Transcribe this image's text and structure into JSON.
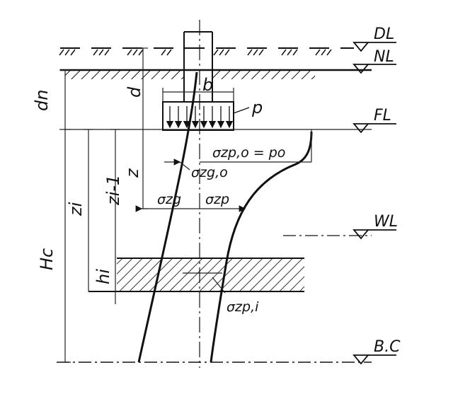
{
  "levels": {
    "dl": "DL",
    "nl": "NL",
    "fl": "FL",
    "wl": "WL",
    "bc": "B.C"
  },
  "dimensions": {
    "dn": "dn",
    "d": "d",
    "b": "b",
    "p": "p",
    "z": "z",
    "zi": "zi",
    "zi1": "zi-1",
    "hc": "Hc",
    "hi": "hi"
  },
  "stresses": {
    "sigma_zp0": "σzp,o = po",
    "sigma_zg0": "σzg,o",
    "sigma_zg": "σzg",
    "sigma_zp": "σzp",
    "sigma_zpi": "σzp,i"
  }
}
